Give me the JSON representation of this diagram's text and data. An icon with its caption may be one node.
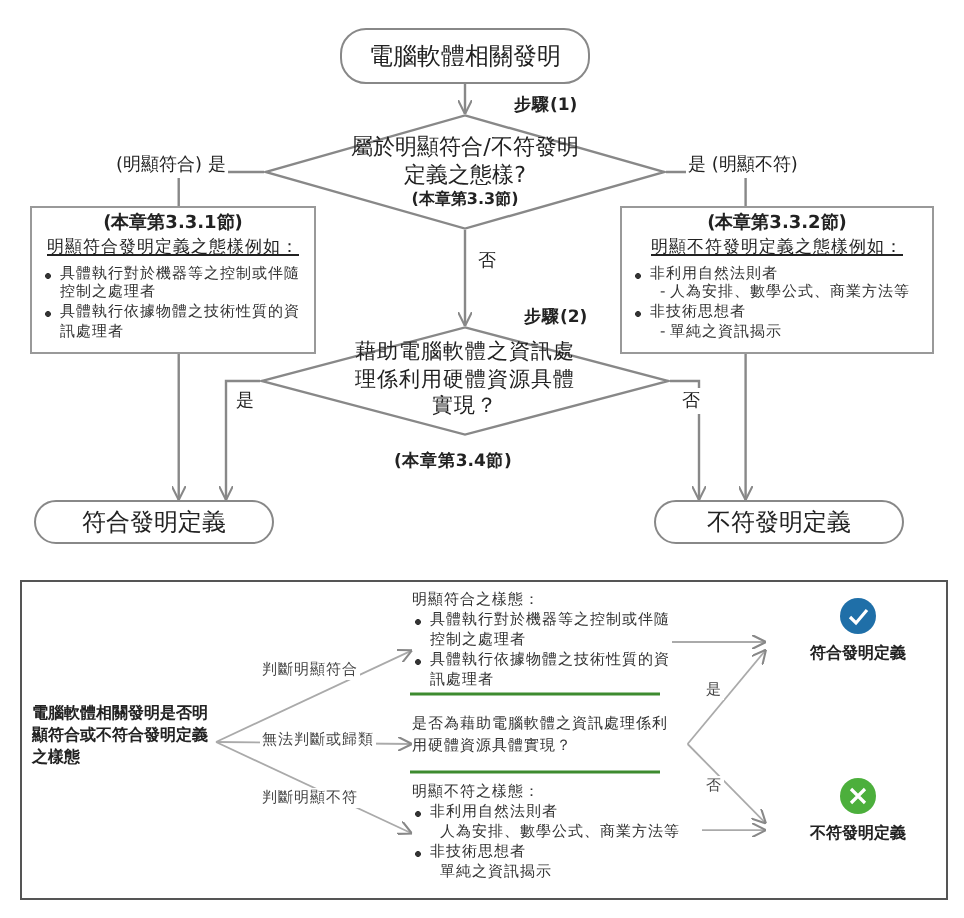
{
  "diagram": {
    "nodes": [
      {
        "text": [
          "電腦軟體相關發明"
        ]
      },
      {
        "text": [
          "屬於明顯符合/不符發明定義之態樣?",
          "(本章第3.3節)"
        ],
        "beside": [
          "步驟(1)"
        ]
      },
      {
        "text": [
          "(本章第3.3.1節)",
          "明顯符合發明定義之態樣例如：",
          "具體執行對於機器等之控制或伴隨控制之處理者",
          "具體執行依據物體之技術性質的資訊處理者"
        ]
      },
      {
        "text": [
          "(本章第3.3.2節)",
          "明顯不符發明定義之態樣例如：",
          "非利用自然法則者",
          "- 人為安排、數學公式、商業方法等",
          "非技術思想者",
          "- 單純之資訊揭示"
        ]
      },
      {
        "text": [
          "藉助電腦軟體之資訊處理係利用硬體資源具體實現？"
        ],
        "beside": [
          "步驟(2)",
          "(本章第3.4節)"
        ]
      },
      {
        "text": [
          "符合發明定義"
        ]
      },
      {
        "text": [
          "不符發明定義"
        ]
      },
      {
        "text": [],
        "shape": "box"
      },
      {
        "text": [
          "電腦軟體相關發明是否明顯符合或不符合發明定義之樣態"
        ],
        "in": 7
      },
      {
        "text": [
          "明顯符合之樣態：",
          "具體執行對於機器等之控制或伴隨控制之處理者",
          "具體執行依據物體之技術性質的資訊處理者"
        ],
        "in": 7
      },
      {
        "text": [
          "是否為藉助電腦軟體之資訊處理係利用硬體資源具體實現？"
        ],
        "in": 7
      },
      {
        "text": [
          "明顯不符之樣態：",
          "非利用自然法則者",
          "人為安排、數學公式、商業方法等",
          "非技術思想者",
          "單純之資訊揭示"
        ],
        "in": 7
      },
      {
        "text": [
          "符合發明定義"
        ],
        "in": 7
      },
      {
        "text": [
          "不符發明定義"
        ],
        "in": 7
      }
    ],
    "edges": [
      {
        "from": 0,
        "to": 1,
        "arrow": "to"
      },
      {
        "from": 1,
        "to": 2,
        "arrow": "none",
        "label": "(明顯符合) 是"
      },
      {
        "from": 1,
        "to": 3,
        "arrow": "none",
        "label": "是 (明顯不符)"
      },
      {
        "from": 1,
        "to": 4,
        "arrow": "to",
        "label": "否"
      },
      {
        "from": 2,
        "to": 5,
        "arrow": "to"
      },
      {
        "from": 4,
        "to": 5,
        "arrow": "to",
        "label": "是"
      },
      {
        "from": 4,
        "to": 6,
        "arrow": "to",
        "label": "否"
      },
      {
        "from": 3,
        "to": 6,
        "arrow": "to"
      },
      {
        "from": 8,
        "to": 9,
        "arrow": "to",
        "label": "判斷明顯符合"
      },
      {
        "from": 8,
        "to": 10,
        "arrow": "to",
        "label": "無法判斷或歸類"
      },
      {
        "from": 8,
        "to": 11,
        "arrow": "to",
        "label": "判斷明顯不符"
      },
      {
        "from": 9,
        "to": 12,
        "arrow": "to"
      },
      {
        "from": 10,
        "to": 12,
        "arrow": "to",
        "label": "是"
      },
      {
        "from": 10,
        "to": 13,
        "arrow": "to",
        "label": "否"
      },
      {
        "from": 11,
        "to": 13,
        "arrow": "to"
      }
    ]
  }
}
